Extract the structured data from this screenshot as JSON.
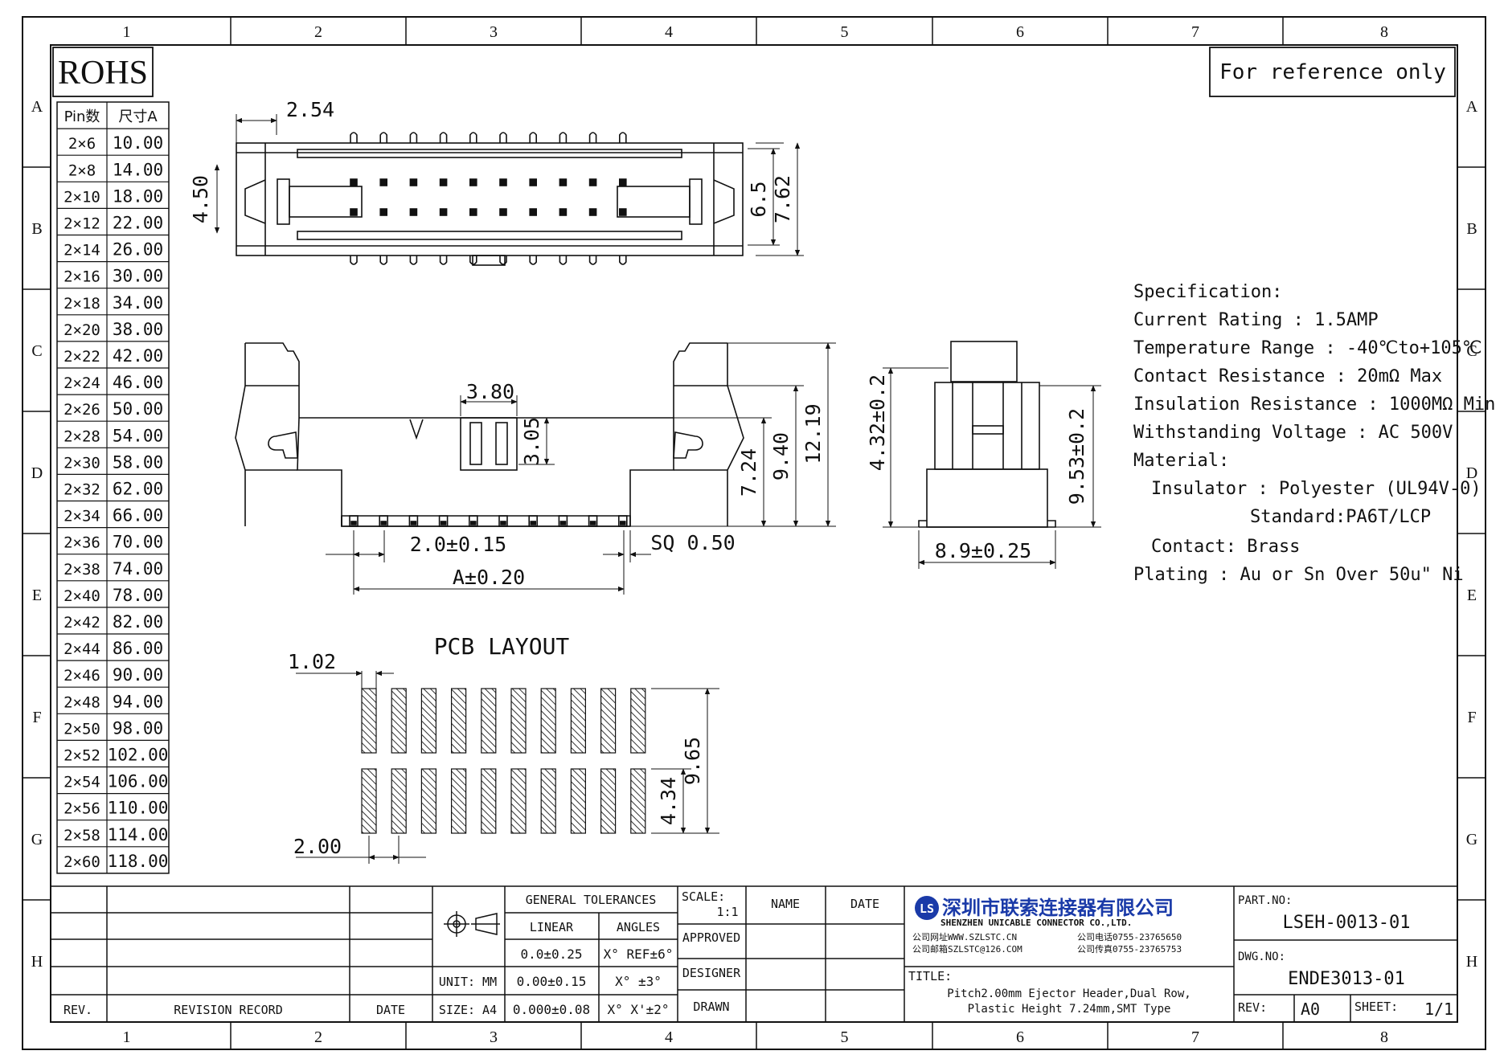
{
  "frame": {
    "columns": [
      "1",
      "2",
      "3",
      "4",
      "5",
      "6",
      "7",
      "8"
    ],
    "rows": [
      "A",
      "B",
      "C",
      "D",
      "E",
      "F",
      "G",
      "H"
    ]
  },
  "badge": "ROHS",
  "reference_note": "For reference only",
  "pin_table": {
    "headers": [
      "Pin数",
      "尺寸A"
    ],
    "rows": [
      [
        "2×6",
        "10.00"
      ],
      [
        "2×8",
        "14.00"
      ],
      [
        "2×10",
        "18.00"
      ],
      [
        "2×12",
        "22.00"
      ],
      [
        "2×14",
        "26.00"
      ],
      [
        "2×16",
        "30.00"
      ],
      [
        "2×18",
        "34.00"
      ],
      [
        "2×20",
        "38.00"
      ],
      [
        "2×22",
        "42.00"
      ],
      [
        "2×24",
        "46.00"
      ],
      [
        "2×26",
        "50.00"
      ],
      [
        "2×28",
        "54.00"
      ],
      [
        "2×30",
        "58.00"
      ],
      [
        "2×32",
        "62.00"
      ],
      [
        "2×34",
        "66.00"
      ],
      [
        "2×36",
        "70.00"
      ],
      [
        "2×38",
        "74.00"
      ],
      [
        "2×40",
        "78.00"
      ],
      [
        "2×42",
        "82.00"
      ],
      [
        "2×44",
        "86.00"
      ],
      [
        "2×46",
        "90.00"
      ],
      [
        "2×48",
        "94.00"
      ],
      [
        "2×50",
        "98.00"
      ],
      [
        "2×52",
        "102.00"
      ],
      [
        "2×54",
        "106.00"
      ],
      [
        "2×56",
        "110.00"
      ],
      [
        "2×58",
        "114.00"
      ],
      [
        "2×60",
        "118.00"
      ]
    ]
  },
  "dimensions": {
    "pitch_top": "2.54",
    "height_450": "4.50",
    "height_65": "6.5",
    "height_762": "7.62",
    "width_380": "3.80",
    "height_305": "3.05",
    "height_724": "7.24",
    "height_940": "9.40",
    "height_1219": "12.19",
    "pitch_tol": "2.0±0.15",
    "sq": "SQ 0.50",
    "a_tol": "A±0.20",
    "side_432": "4.32±0.2",
    "side_953": "9.53±0.2",
    "side_89": "8.9±0.25",
    "pcb_102": "1.02",
    "pcb_200": "2.00",
    "pcb_434": "4.34",
    "pcb_965": "9.65"
  },
  "pcb_layout_title": "PCB LAYOUT",
  "specification": {
    "lines": [
      "Specification:",
      "Current Rating : 1.5AMP",
      "Temperature Range : -40℃to+105℃",
      "Contact Resistance : 20mΩ Max",
      "Insulation Resistance : 1000MΩ Min",
      "Withstanding Voltage : AC 500V",
      "Material:",
      "Insulator : Polyester (UL94V-0)",
      "Standard:PA6T/LCP",
      "Contact: Brass",
      "Plating : Au or Sn Over 50u\" Ni"
    ]
  },
  "title_block": {
    "rev_label": "REV.",
    "revision_record": "REVISION RECORD",
    "date_label": "DATE",
    "unit": "UNIT: MM",
    "size": "SIZE: A4",
    "general_tolerances": "GENERAL TOLERANCES",
    "linear": "LINEAR",
    "angles": "ANGLES",
    "tol_linear": [
      "0.0±0.25",
      "0.00±0.15",
      "0.000±0.08"
    ],
    "tol_angles": [
      "X° REF±6°",
      "X° ±3°",
      "X° X'±2°"
    ],
    "scale_label": "SCALE:",
    "scale_value": "1:1",
    "name_label": "NAME",
    "date_col": "DATE",
    "approved": "APPROVED",
    "designer": "DESIGNER",
    "drawn": "DRAWN",
    "company_cn": "深圳市联索连接器有限公司",
    "company_en": "SHENZHEN UNICABLE CONNECTOR CO.,LTD.",
    "logo_text": "LS",
    "web": "公司网址WWW.SZLSTC.CN",
    "email": "公司邮箱SZLSTC@126.COM",
    "phone": "公司电话0755-23765650",
    "fax": "公司传真0755-23765753",
    "title_label": "TITLE:",
    "title_line1": "Pitch2.00mm Ejector Header,Dual Row,",
    "title_line2": "Plastic Height 7.24mm,SMT Type",
    "part_no_label": "PART.NO:",
    "part_no": "LSEH-0013-01",
    "dwg_no_label": "DWG.NO:",
    "dwg_no": "ENDE3013-01",
    "rev_cell_label": "REV:",
    "rev_value": "A0",
    "sheet_label": "SHEET:",
    "sheet_value": "1/1"
  },
  "colors": {
    "line": "#111111",
    "hatch": "#333333",
    "logo": "#1a3aa8",
    "background": "#ffffff"
  }
}
